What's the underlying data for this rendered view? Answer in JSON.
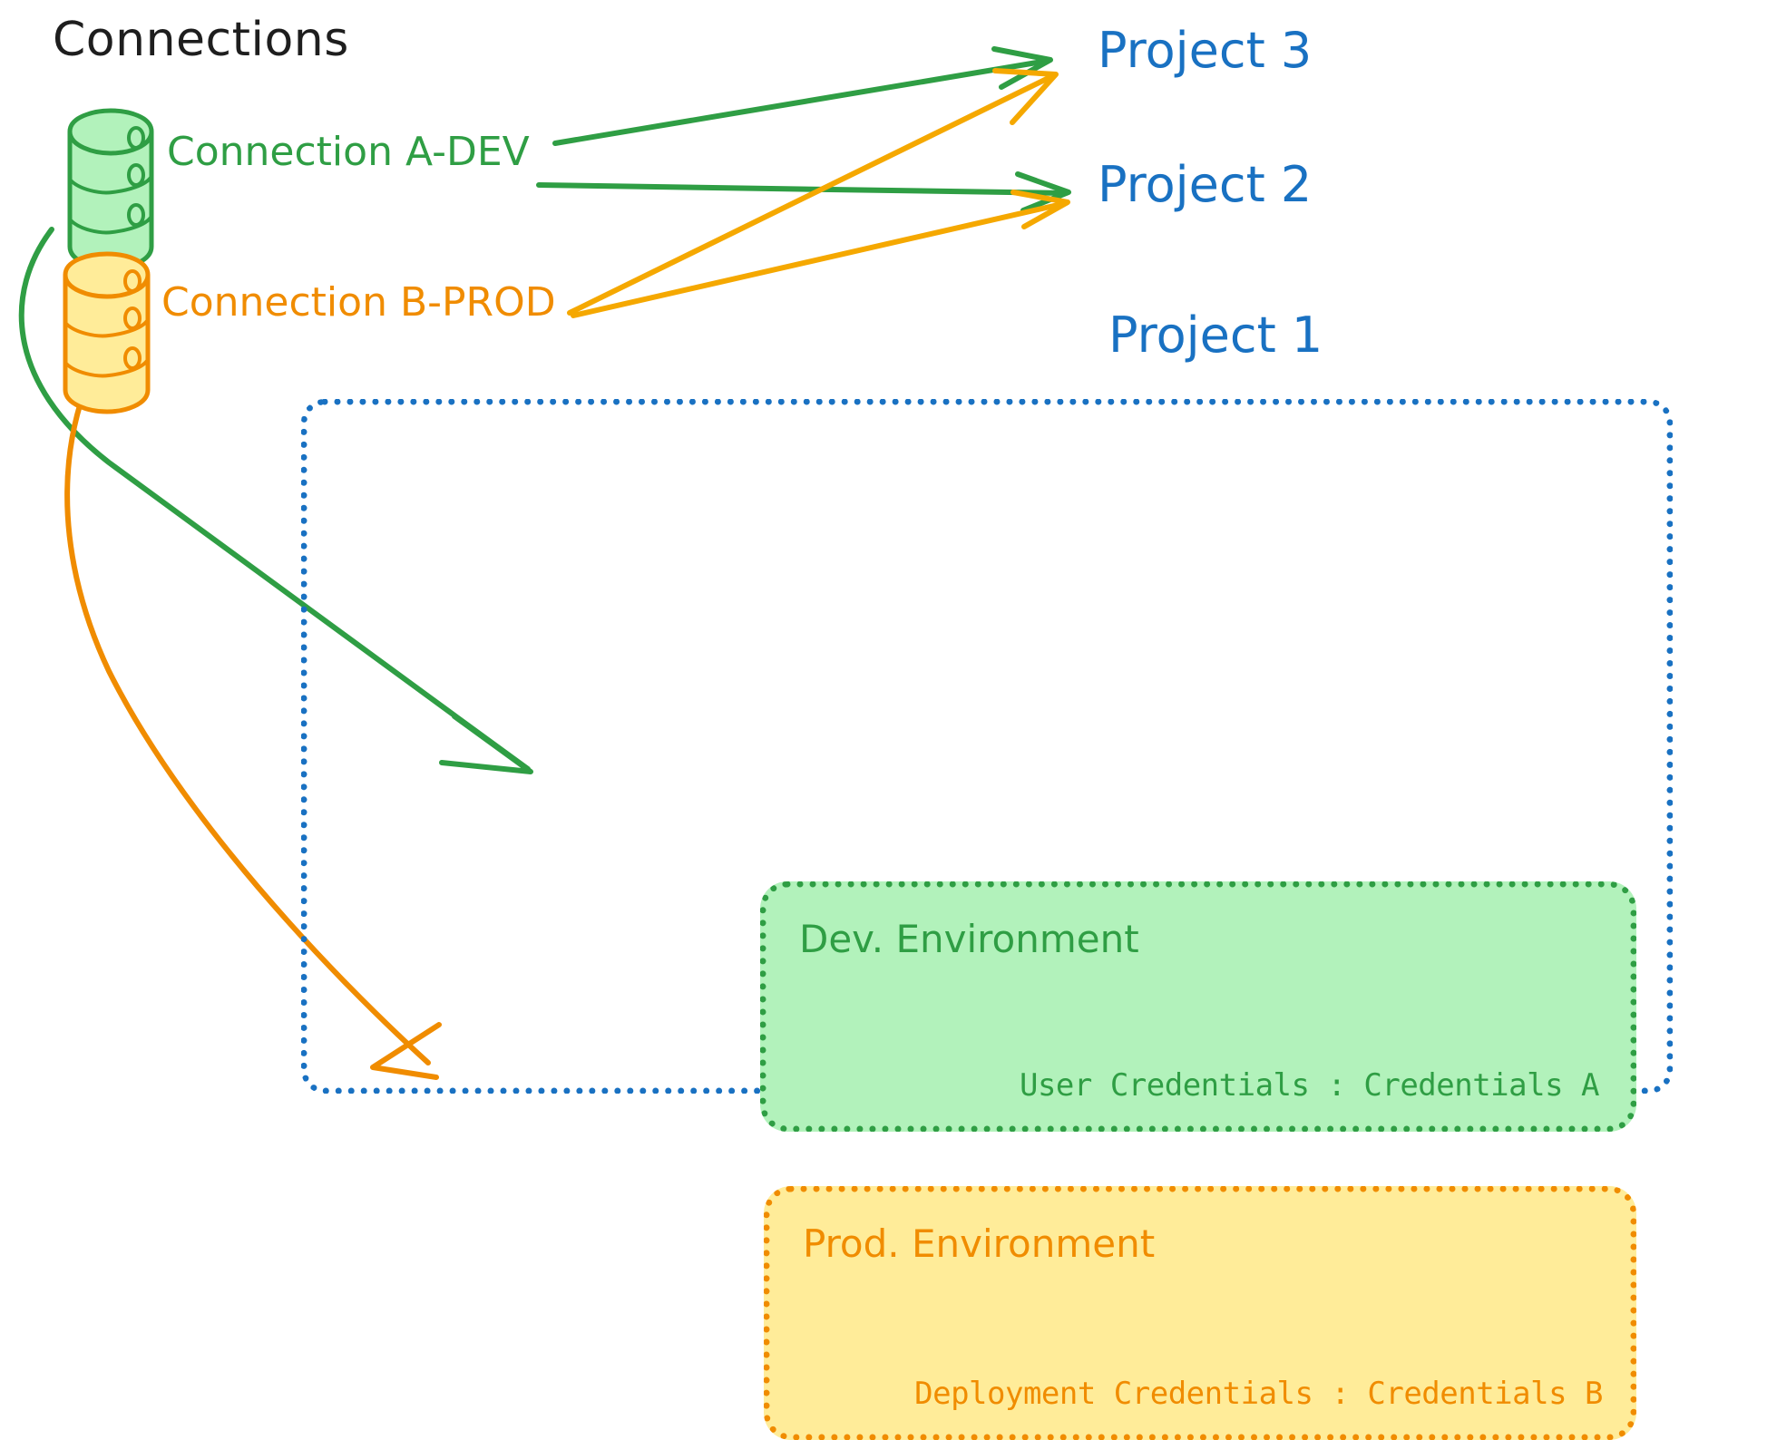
{
  "title": "Connections",
  "connections": [
    {
      "id": "a",
      "label": "Connection A-DEV",
      "color": "#2f9e44",
      "fill": "#b2f2bb",
      "icon": "database-icon"
    },
    {
      "id": "b",
      "label": "Connection B-PROD",
      "color": "#f08c00",
      "fill": "#ffec99",
      "icon": "database-icon"
    }
  ],
  "projects": [
    {
      "id": "p3",
      "label": "Project 3",
      "color": "#1971c2"
    },
    {
      "id": "p2",
      "label": "Project 2",
      "color": "#1971c2"
    },
    {
      "id": "p1",
      "label": "Project 1",
      "color": "#1971c2"
    }
  ],
  "project1": {
    "border_color": "#1971c2",
    "environments": [
      {
        "id": "dev",
        "title": "Dev. Environment",
        "credentials_label": "User Credentials",
        "credentials_separator": ":",
        "credentials_value": "Credentials A",
        "credentials_line": "User Credentials : Credentials A",
        "color": "#2f9e44",
        "fill": "#b2f2bb"
      },
      {
        "id": "prod",
        "title": "Prod. Environment",
        "credentials_label": "Deployment Credentials",
        "credentials_separator": ":",
        "credentials_value": "Credentials B",
        "credentials_line": "Deployment Credentials : Credentials B",
        "color": "#f08c00",
        "fill": "#ffec99"
      }
    ]
  },
  "edges": [
    {
      "id": "a-to-p3",
      "from": "Connection A-DEV",
      "to": "Project 3",
      "color": "#2f9e44"
    },
    {
      "id": "a-to-p2",
      "from": "Connection A-DEV",
      "to": "Project 2",
      "color": "#2f9e44"
    },
    {
      "id": "b-to-p3",
      "from": "Connection B-PROD",
      "to": "Project 3",
      "color": "#f5a800"
    },
    {
      "id": "b-to-p2",
      "from": "Connection B-PROD",
      "to": "Project 2",
      "color": "#f5a800"
    },
    {
      "id": "a-to-dev",
      "from": "Connection A-DEV",
      "to": "Dev. Environment",
      "color": "#2f9e44"
    },
    {
      "id": "b-to-prod",
      "from": "Connection B-PROD",
      "to": "Prod. Environment",
      "color": "#f08c00"
    }
  ],
  "colors": {
    "ink": "#1e1e1e",
    "green": "#2f9e44",
    "green_fill": "#b2f2bb",
    "orange": "#f08c00",
    "amber": "#f5a800",
    "orange_fill": "#ffec99",
    "blue": "#1971c2",
    "background": "#ffffff"
  }
}
